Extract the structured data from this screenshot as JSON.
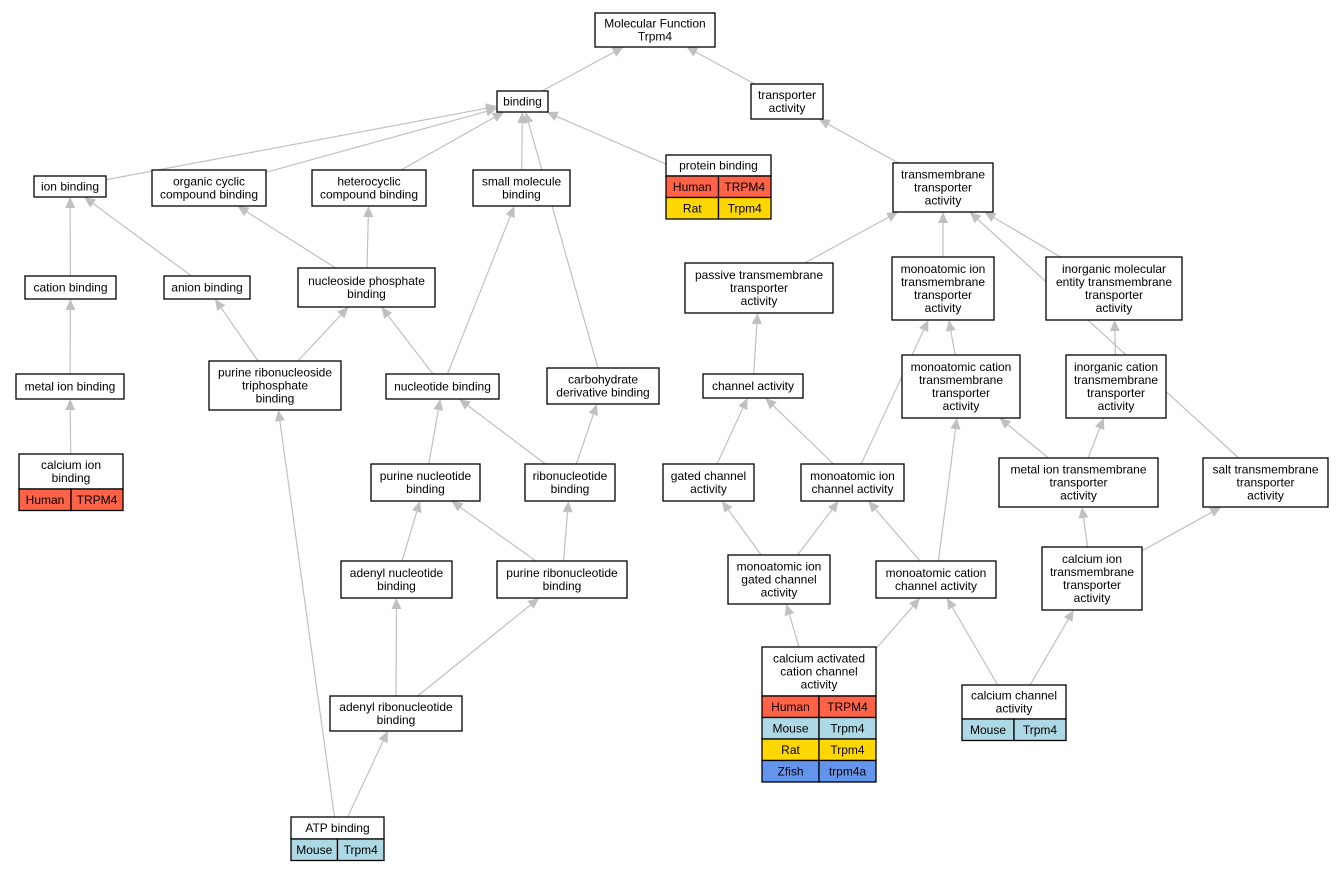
{
  "species_colors": {
    "Human": "#ff6347",
    "Rat": "#ffd700",
    "Mouse": "#add8e6",
    "Zfish": "#6495ed"
  },
  "nodes": [
    {
      "id": "mf",
      "lines": [
        "Molecular Function",
        "Trpm4"
      ]
    },
    {
      "id": "binding",
      "lines": [
        "binding"
      ]
    },
    {
      "id": "transporter",
      "lines": [
        "transporter",
        "activity"
      ]
    },
    {
      "id": "protein_binding",
      "lines": [
        "protein binding"
      ],
      "rows": [
        [
          "Human",
          "TRPM4"
        ],
        [
          "Rat",
          "Trpm4"
        ]
      ]
    },
    {
      "id": "ion_binding",
      "lines": [
        "ion binding"
      ]
    },
    {
      "id": "organic_cyclic",
      "lines": [
        "organic cyclic",
        "compound binding"
      ]
    },
    {
      "id": "heterocyclic",
      "lines": [
        "heterocyclic",
        "compound binding"
      ]
    },
    {
      "id": "small_molecule",
      "lines": [
        "small molecule",
        "binding"
      ]
    },
    {
      "id": "transmembrane",
      "lines": [
        "transmembrane",
        "transporter",
        "activity"
      ]
    },
    {
      "id": "cation_binding",
      "lines": [
        "cation binding"
      ]
    },
    {
      "id": "anion_binding",
      "lines": [
        "anion binding"
      ]
    },
    {
      "id": "nucleoside_phosphate",
      "lines": [
        "nucleoside phosphate",
        "binding"
      ]
    },
    {
      "id": "passive_tm",
      "lines": [
        "passive transmembrane",
        "transporter",
        "activity"
      ]
    },
    {
      "id": "monoatomic_ion_tm",
      "lines": [
        "monoatomic ion",
        "transmembrane",
        "transporter",
        "activity"
      ]
    },
    {
      "id": "inorganic_molecular",
      "lines": [
        "inorganic molecular",
        "entity transmembrane",
        "transporter",
        "activity"
      ]
    },
    {
      "id": "metal_ion_binding",
      "lines": [
        "metal ion binding"
      ]
    },
    {
      "id": "purine_ribonucleoside_tp",
      "lines": [
        "purine ribonucleoside",
        "triphosphate",
        "binding"
      ]
    },
    {
      "id": "nucleotide_binding",
      "lines": [
        "nucleotide binding"
      ]
    },
    {
      "id": "carbohydrate_derivative",
      "lines": [
        "carbohydrate",
        "derivative binding"
      ]
    },
    {
      "id": "channel_activity",
      "lines": [
        "channel activity"
      ]
    },
    {
      "id": "monoatomic_cation_tm",
      "lines": [
        "monoatomic cation",
        "transmembrane",
        "transporter",
        "activity"
      ]
    },
    {
      "id": "inorganic_cation_tm",
      "lines": [
        "inorganic cation",
        "transmembrane",
        "transporter",
        "activity"
      ]
    },
    {
      "id": "calcium_ion_binding",
      "lines": [
        "calcium ion",
        "binding"
      ],
      "rows": [
        [
          "Human",
          "TRPM4"
        ]
      ]
    },
    {
      "id": "purine_nucleotide",
      "lines": [
        "purine nucleotide",
        "binding"
      ]
    },
    {
      "id": "ribonucleotide",
      "lines": [
        "ribonucleotide",
        "binding"
      ]
    },
    {
      "id": "gated_channel",
      "lines": [
        "gated channel",
        "activity"
      ]
    },
    {
      "id": "monoatomic_ion_channel",
      "lines": [
        "monoatomic ion",
        "channel activity"
      ]
    },
    {
      "id": "metal_ion_tm",
      "lines": [
        "metal ion transmembrane",
        "transporter",
        "activity"
      ]
    },
    {
      "id": "salt_tm",
      "lines": [
        "salt transmembrane",
        "transporter",
        "activity"
      ]
    },
    {
      "id": "adenyl_nucleotide",
      "lines": [
        "adenyl nucleotide",
        "binding"
      ]
    },
    {
      "id": "purine_ribonucleotide",
      "lines": [
        "purine ribonucleotide",
        "binding"
      ]
    },
    {
      "id": "monoatomic_ion_gated",
      "lines": [
        "monoatomic ion",
        "gated channel",
        "activity"
      ]
    },
    {
      "id": "monoatomic_cation_channel",
      "lines": [
        "monoatomic cation",
        "channel activity"
      ]
    },
    {
      "id": "calcium_ion_tm",
      "lines": [
        "calcium ion",
        "transmembrane",
        "transporter",
        "activity"
      ]
    },
    {
      "id": "calcium_activated",
      "lines": [
        "calcium activated",
        "cation channel",
        "activity"
      ],
      "rows": [
        [
          "Human",
          "TRPM4"
        ],
        [
          "Mouse",
          "Trpm4"
        ],
        [
          "Rat",
          "Trpm4"
        ],
        [
          "Zfish",
          "trpm4a"
        ]
      ]
    },
    {
      "id": "calcium_channel",
      "lines": [
        "calcium channel",
        "activity"
      ],
      "rows": [
        [
          "Mouse",
          "Trpm4"
        ]
      ]
    },
    {
      "id": "adenyl_ribonucleotide",
      "lines": [
        "adenyl ribonucleotide",
        "binding"
      ]
    },
    {
      "id": "atp_binding",
      "lines": [
        "ATP binding"
      ],
      "rows": [
        [
          "Mouse",
          "Trpm4"
        ]
      ]
    }
  ],
  "edges": [
    [
      "binding",
      "mf"
    ],
    [
      "transporter",
      "mf"
    ],
    [
      "ion_binding",
      "binding"
    ],
    [
      "organic_cyclic",
      "binding"
    ],
    [
      "heterocyclic",
      "binding"
    ],
    [
      "small_molecule",
      "binding"
    ],
    [
      "protein_binding",
      "binding"
    ],
    [
      "carbohydrate_derivative",
      "binding"
    ],
    [
      "transmembrane",
      "transporter"
    ],
    [
      "cation_binding",
      "ion_binding"
    ],
    [
      "anion_binding",
      "ion_binding"
    ],
    [
      "nucleoside_phosphate",
      "organic_cyclic"
    ],
    [
      "nucleoside_phosphate",
      "heterocyclic"
    ],
    [
      "nucleotide_binding",
      "small_molecule"
    ],
    [
      "passive_tm",
      "transmembrane"
    ],
    [
      "monoatomic_ion_tm",
      "transmembrane"
    ],
    [
      "inorganic_molecular",
      "transmembrane"
    ],
    [
      "salt_tm",
      "transmembrane"
    ],
    [
      "metal_ion_binding",
      "cation_binding"
    ],
    [
      "purine_ribonucleoside_tp",
      "anion_binding"
    ],
    [
      "purine_ribonucleoside_tp",
      "nucleoside_phosphate"
    ],
    [
      "nucleotide_binding",
      "nucleoside_phosphate"
    ],
    [
      "channel_activity",
      "passive_tm"
    ],
    [
      "monoatomic_cation_tm",
      "monoatomic_ion_tm"
    ],
    [
      "monoatomic_ion_channel",
      "monoatomic_ion_tm"
    ],
    [
      "inorganic_cation_tm",
      "inorganic_molecular"
    ],
    [
      "calcium_ion_binding",
      "metal_ion_binding"
    ],
    [
      "purine_nucleotide",
      "nucleotide_binding"
    ],
    [
      "ribonucleotide",
      "nucleotide_binding"
    ],
    [
      "ribonucleotide",
      "carbohydrate_derivative"
    ],
    [
      "gated_channel",
      "channel_activity"
    ],
    [
      "monoatomic_ion_channel",
      "channel_activity"
    ],
    [
      "metal_ion_tm",
      "monoatomic_cation_tm"
    ],
    [
      "monoatomic_cation_channel",
      "monoatomic_cation_tm"
    ],
    [
      "metal_ion_tm",
      "inorganic_cation_tm"
    ],
    [
      "adenyl_nucleotide",
      "purine_nucleotide"
    ],
    [
      "purine_ribonucleotide",
      "purine_nucleotide"
    ],
    [
      "purine_ribonucleotide",
      "ribonucleotide"
    ],
    [
      "monoatomic_ion_gated",
      "gated_channel"
    ],
    [
      "monoatomic_ion_gated",
      "monoatomic_ion_channel"
    ],
    [
      "monoatomic_cation_channel",
      "monoatomic_ion_channel"
    ],
    [
      "calcium_ion_tm",
      "metal_ion_tm"
    ],
    [
      "calcium_ion_tm",
      "salt_tm"
    ],
    [
      "adenyl_ribonucleotide",
      "adenyl_nucleotide"
    ],
    [
      "adenyl_ribonucleotide",
      "purine_ribonucleotide"
    ],
    [
      "calcium_activated",
      "monoatomic_ion_gated"
    ],
    [
      "calcium_activated",
      "monoatomic_cation_channel"
    ],
    [
      "calcium_channel",
      "monoatomic_cation_channel"
    ],
    [
      "calcium_channel",
      "calcium_ion_tm"
    ],
    [
      "atp_binding",
      "adenyl_ribonucleotide"
    ],
    [
      "atp_binding",
      "purine_ribonucleoside_tp"
    ]
  ]
}
